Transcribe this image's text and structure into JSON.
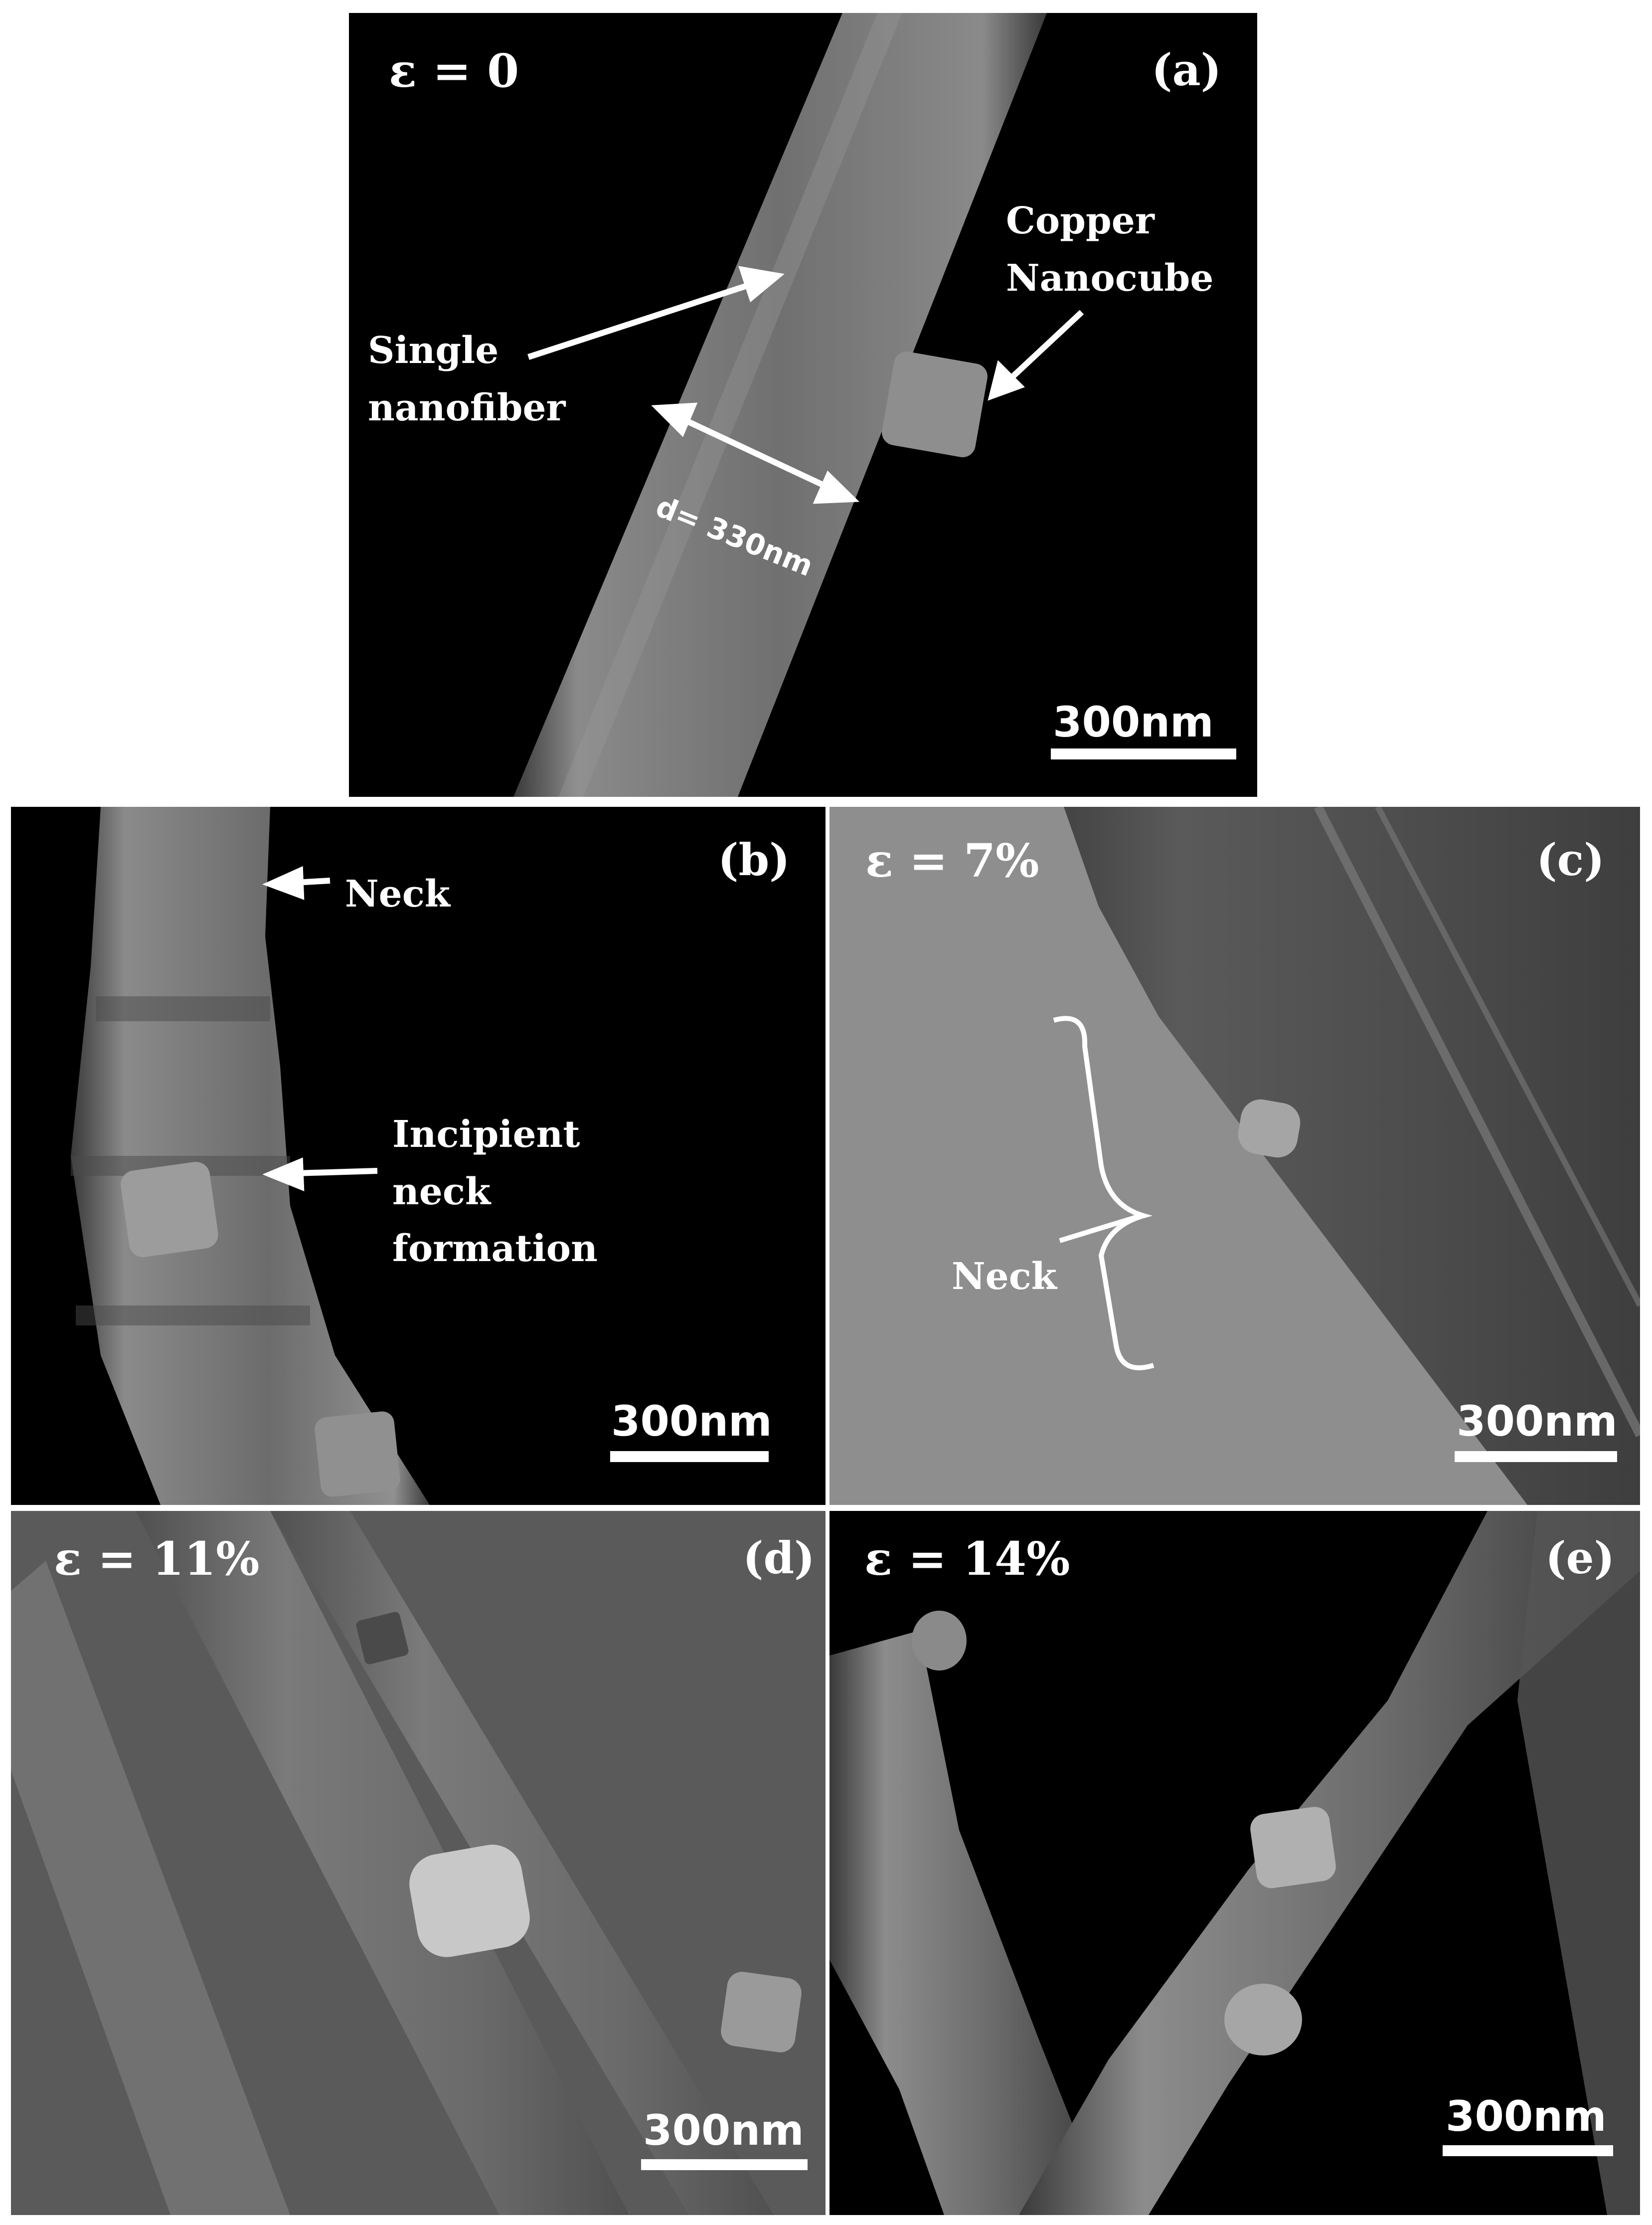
{
  "panels": {
    "a": {
      "label": "(a)",
      "strain": "ε = 0",
      "scale_bar": "300nm",
      "annotations": {
        "fiber": [
          "Single",
          "nanofiber"
        ],
        "cube": [
          "Copper",
          "Nanocube"
        ],
        "diameter": "d= 330nm"
      }
    },
    "b": {
      "label": "(b)",
      "scale_bar": "300nm",
      "annotations": {
        "neck": "Neck",
        "incipient": [
          "Incipient",
          "neck",
          "formation"
        ]
      }
    },
    "c": {
      "label": "(c)",
      "strain": "ε = 7%",
      "scale_bar": "300nm",
      "annotations": {
        "neck": "Neck"
      }
    },
    "d": {
      "label": "(d)",
      "strain": "ε = 11%",
      "scale_bar": "300nm"
    },
    "e": {
      "label": "(e)",
      "strain": "ε = 14%",
      "scale_bar": "300nm"
    }
  },
  "colors": {
    "background_dark": "#000000",
    "background_gray": "#8e8e8e",
    "fiber": "#6c6c6c",
    "text": "#ffffff"
  }
}
